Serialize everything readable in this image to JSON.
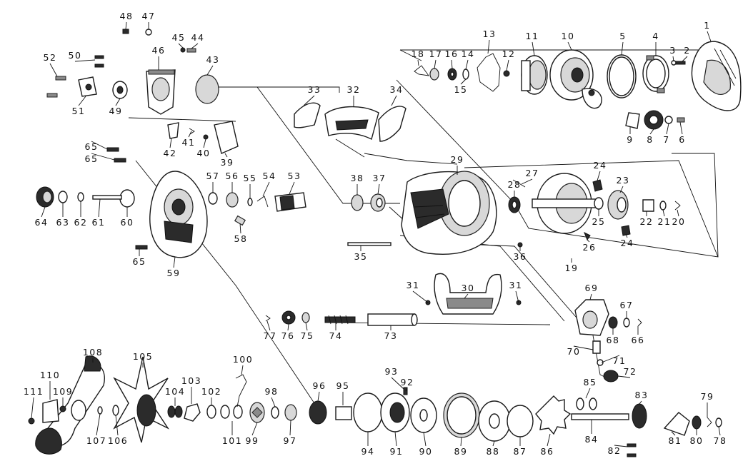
{
  "labels": [
    "1",
    "2",
    "3",
    "4",
    "5",
    "6",
    "7",
    "8",
    "9",
    "10",
    "11",
    "12",
    "13",
    "14",
    "15",
    "16",
    "17",
    "18",
    "19",
    "20",
    "21",
    "22",
    "23",
    "24",
    "24",
    "25",
    "26",
    "27",
    "28",
    "29",
    "30",
    "31",
    "31",
    "32",
    "33",
    "34",
    "35",
    "36",
    "37",
    "38",
    "39",
    "40",
    "41",
    "42",
    "43",
    "44",
    "45",
    "46",
    "47",
    "48",
    "49",
    "50",
    "51",
    "52",
    "53",
    "54",
    "55",
    "56",
    "57",
    "58",
    "59",
    "60",
    "61",
    "62",
    "63",
    "64",
    "65",
    "65",
    "65",
    "66",
    "67",
    "68",
    "69",
    "70",
    "71",
    "72",
    "73",
    "74",
    "75",
    "76",
    "77",
    "78",
    "79",
    "80",
    "81",
    "82",
    "83",
    "84",
    "85",
    "86",
    "87",
    "88",
    "89",
    "90",
    "91",
    "92",
    "93",
    "94",
    "95",
    "96",
    "97",
    "98",
    "99",
    "100",
    "101",
    "102",
    "103",
    "104",
    "105",
    "106",
    "107",
    "108",
    "109",
    "110",
    "111"
  ]
}
